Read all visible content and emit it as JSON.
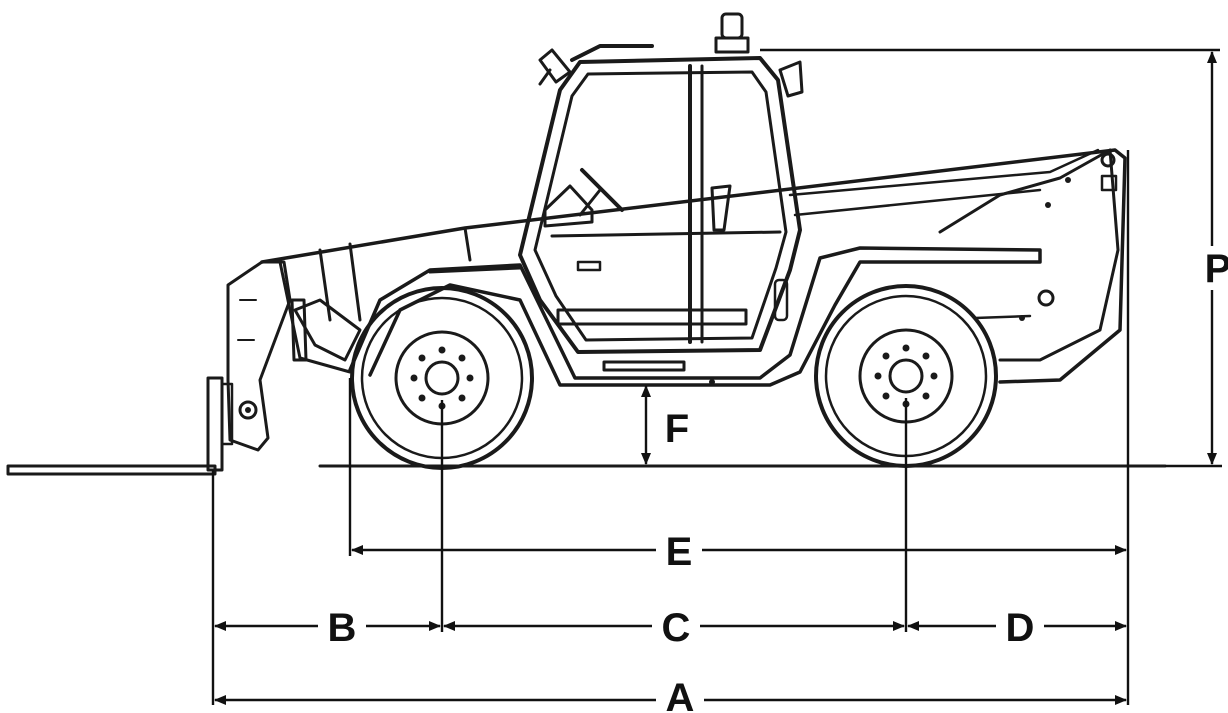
{
  "diagram": {
    "subject": "telescopic-handler-side-view",
    "dimensions": [
      {
        "key": "A",
        "label": "A"
      },
      {
        "key": "B",
        "label": "B"
      },
      {
        "key": "C",
        "label": "C"
      },
      {
        "key": "D",
        "label": "D"
      },
      {
        "key": "E",
        "label": "E"
      },
      {
        "key": "F",
        "label": "F"
      },
      {
        "key": "P",
        "label": "P"
      }
    ]
  }
}
